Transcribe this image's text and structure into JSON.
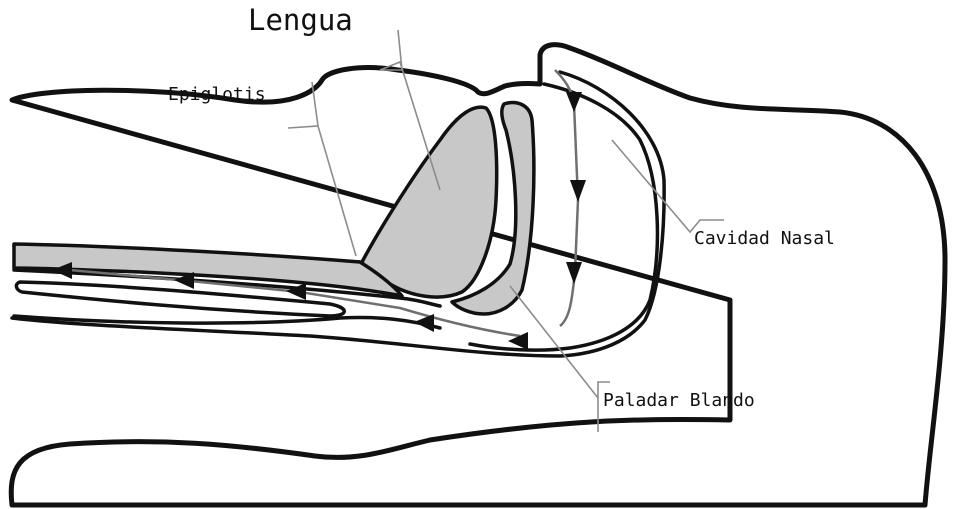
{
  "labels": {
    "tongue": "Lengua",
    "epiglottis": "Epiglotis",
    "nasal_cavity": "Cavidad Nasal",
    "soft_palate": "Paladar Blando"
  },
  "colors": {
    "outline": "#111111",
    "tissue_fill": "#c8c8c8",
    "leader_line": "#8c8c8c",
    "flow_line": "#6f6f6f",
    "background": "#ffffff"
  },
  "icons": {
    "airflow_arrow": "arrowhead-icon"
  }
}
